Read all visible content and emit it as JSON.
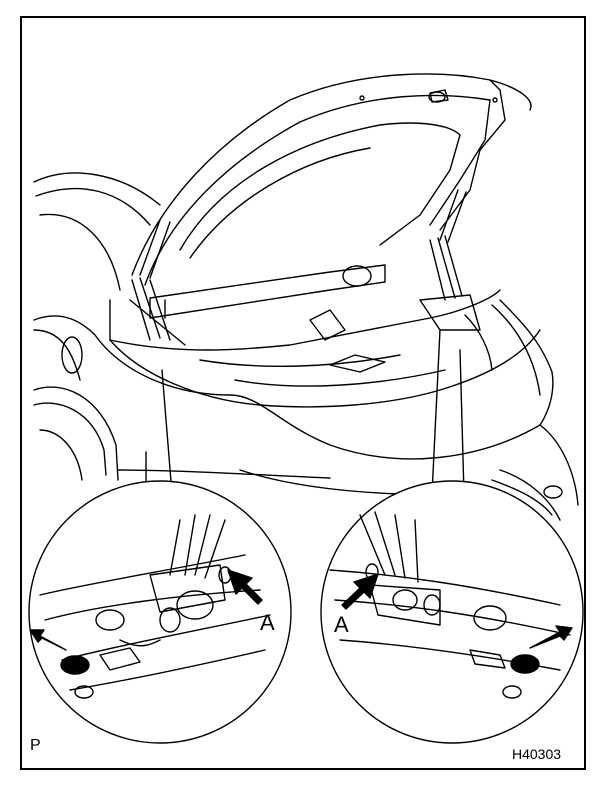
{
  "figure": {
    "callout_left": "A",
    "callout_right": "A",
    "corner_mark": "P",
    "figure_id": "H40303"
  },
  "colors": {
    "line": "#000000",
    "background": "#ffffff"
  }
}
